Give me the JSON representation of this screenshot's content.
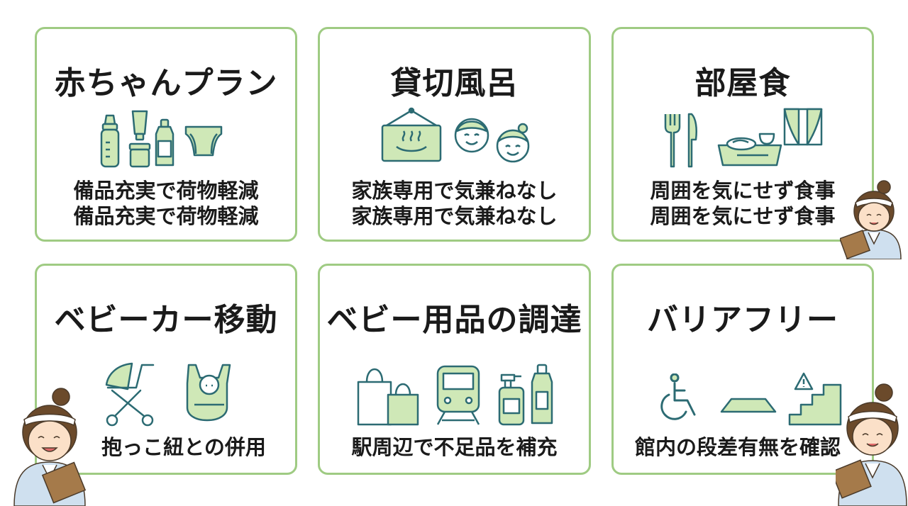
{
  "cards": [
    {
      "title": "赤ちゃんプラン",
      "lines": [
        "備品充実で荷物軽減",
        "備品充実で荷物軽減"
      ],
      "icons": [
        "baby-bottle-icon",
        "cream-tube-icon",
        "baby-food-jar-icon",
        "bottle-icon",
        "diaper-icon"
      ]
    },
    {
      "title": "貸切風呂",
      "lines": [
        "家族専用で気兼ねなし",
        "家族専用で気兼ねなし"
      ],
      "icons": [
        "hot-spring-sign-icon",
        "boy-face-icon",
        "girl-face-icon"
      ]
    },
    {
      "title": "部屋食",
      "lines": [
        "周囲を気にせず食事",
        "周囲を気にせず食事"
      ],
      "icons": [
        "fork-icon",
        "knife-icon",
        "meal-tray-icon",
        "window-icon"
      ]
    },
    {
      "title": "ベビーカー移動",
      "lines": [
        "抱っこ紐との併用"
      ],
      "icons": [
        "stroller-icon",
        "baby-carrier-icon"
      ]
    },
    {
      "title": "ベビー用品の調達",
      "lines": [
        "駅周辺で不足品を補充"
      ],
      "icons": [
        "shopping-bags-icon",
        "train-icon",
        "pump-bottle-icon",
        "bottle-icon"
      ]
    },
    {
      "title": "バリアフリー",
      "lines": [
        "館内の段差有無を確認"
      ],
      "icons": [
        "wheelchair-icon",
        "ramp-icon",
        "stairs-warning-icon"
      ]
    }
  ],
  "colors": {
    "card_border": "#9fcb83",
    "icon_fill": "#cfe8b7",
    "icon_stroke": "#2c6b73",
    "text": "#1a1a1a"
  }
}
